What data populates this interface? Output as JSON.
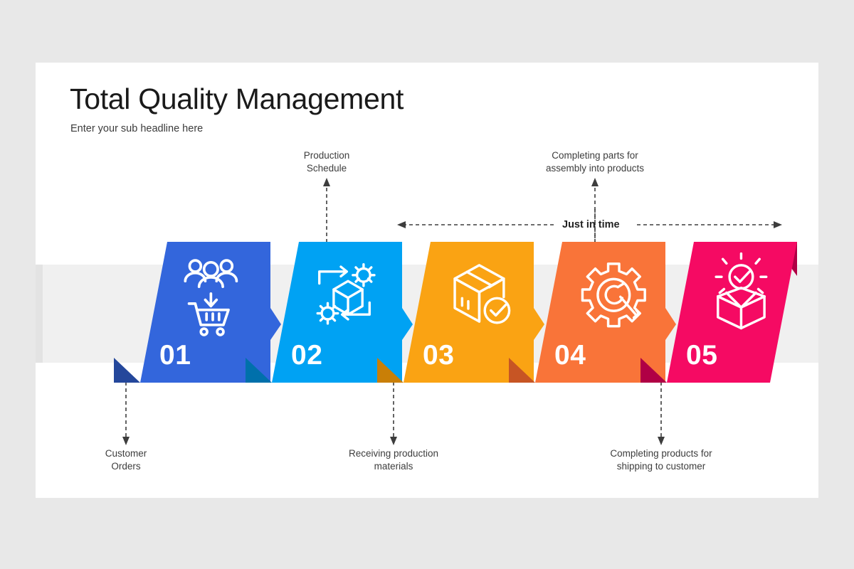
{
  "slide": {
    "title": "Total Quality Management",
    "subtitle": "Enter your sub headline here",
    "background_color": "#e8e8e8",
    "surface_color": "#ffffff",
    "band_color": "#f0f0f0"
  },
  "steps": [
    {
      "number": "01",
      "color": "#3366DC",
      "shadow_color": "#24479b",
      "icon": "people-shopping-cart-icon",
      "has_arrow_tip": true
    },
    {
      "number": "02",
      "color": "#00A2F3",
      "shadow_color": "#0070ab",
      "icon": "box-gears-cycle-icon",
      "has_arrow_tip": true
    },
    {
      "number": "03",
      "color": "#FAA313",
      "shadow_color": "#c97f07",
      "icon": "box-check-icon",
      "has_arrow_tip": true
    },
    {
      "number": "04",
      "color": "#F97439",
      "shadow_color": "#c75524",
      "icon": "gear-wrench-icon",
      "has_arrow_tip": true
    },
    {
      "number": "05",
      "color": "#F50A63",
      "shadow_color": "#b00045",
      "icon": "open-box-check-rays-icon",
      "has_arrow_tip": false
    }
  ],
  "annotations": {
    "top": [
      {
        "text": "Production\nSchedule",
        "step": "02"
      },
      {
        "text": "Completing parts for\nassembly into products",
        "step": "04"
      }
    ],
    "bottom": [
      {
        "text": "Customer\nOrders",
        "step": "01"
      },
      {
        "text": "Receiving production\nmaterials",
        "step": "03"
      },
      {
        "text": "Completing products for\nshipping to customer",
        "step": "05"
      }
    ],
    "span_label": "Just in time"
  }
}
